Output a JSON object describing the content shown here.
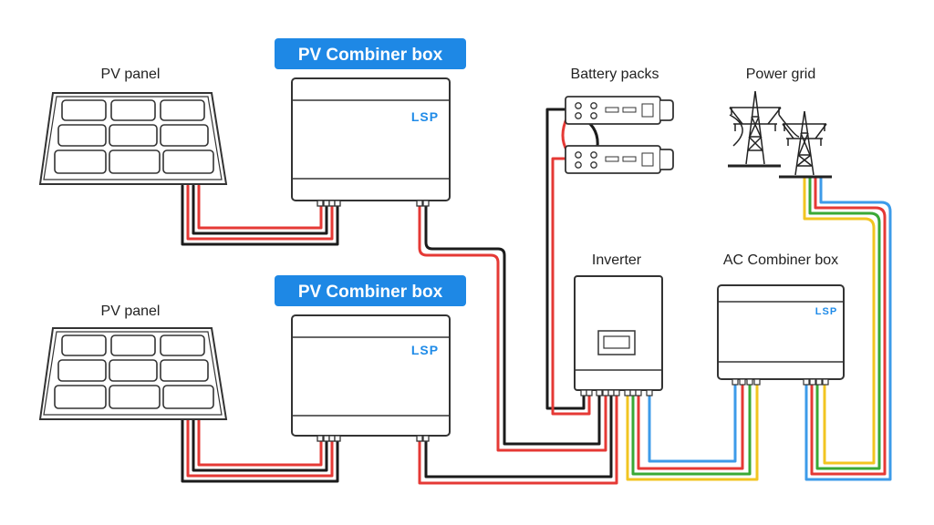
{
  "labels": {
    "pv_panel_top": "PV panel",
    "pv_panel_bottom": "PV panel",
    "pv_combiner_top": "PV Combiner box",
    "pv_combiner_bottom": "PV Combiner box",
    "battery": "Battery packs",
    "power_grid": "Power grid",
    "inverter": "Inverter",
    "ac_combiner": "AC Combiner box"
  },
  "logo": "LSP",
  "colors": {
    "accent_blue": "#1e88e5",
    "wire_red": "#e53935",
    "wire_black": "#1b1b1b",
    "wire_yellow": "#f2c521",
    "wire_green": "#3aa935",
    "wire_blue": "#3d9be9",
    "outline": "#333333"
  }
}
